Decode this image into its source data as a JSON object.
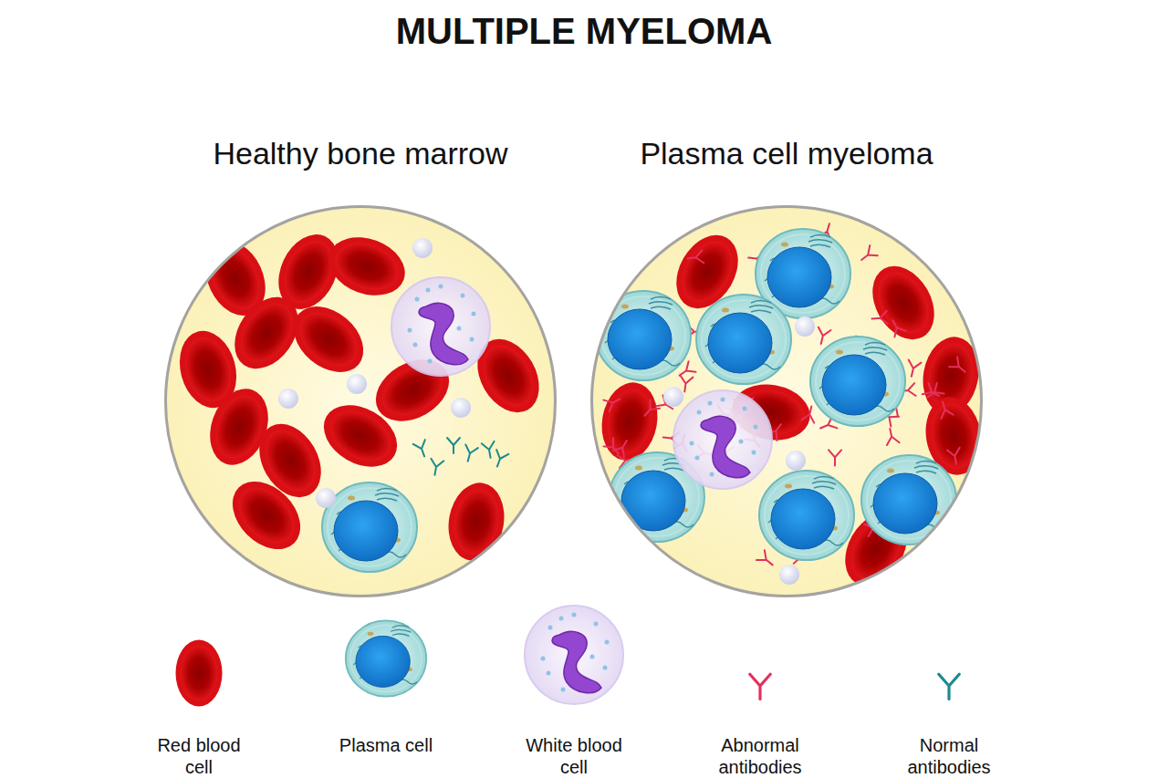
{
  "diagram": {
    "title": "MULTIPLE MYELOMA",
    "nodes": [
      {
        "text": [
          "Healthy bone marrow"
        ]
      },
      {
        "text": [
          "Plasma cell myeloma"
        ]
      }
    ],
    "legend": [
      {
        "text": "Red blood cell"
      },
      {
        "text": "Plasma cell"
      },
      {
        "text": "White blood cell"
      },
      {
        "text": "Abnormal antibodies"
      },
      {
        "text": "Normal antibodies"
      }
    ]
  }
}
